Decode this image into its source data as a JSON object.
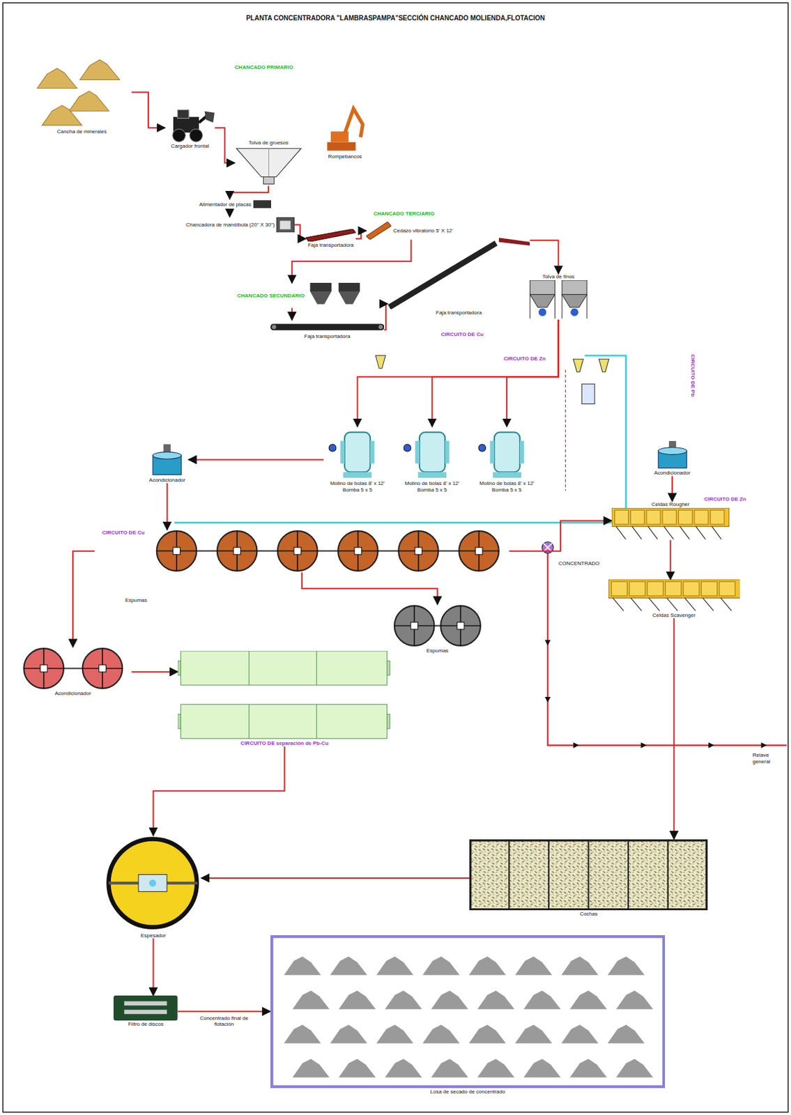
{
  "diagram": {
    "title": "PLANTA CONCENTRADORA \"LAMBRASPAMPA\"SECCIÓN CHANCADO MOLIENDA,FLOTACION",
    "nodes": [
      {
        "text": [
          "Cancha de minerales"
        ]
      },
      {
        "text": [
          "Cargador frontal"
        ]
      },
      {
        "text": [
          "Tolva de gruesos"
        ]
      },
      {
        "text": [
          "Rompebancos"
        ]
      },
      {
        "text": [
          "Alimentador de placas"
        ]
      },
      {
        "text": [
          "Chancadora de mandíbula (20\" X 30\")"
        ]
      },
      {
        "text": [
          "Faja transportadora"
        ]
      },
      {
        "text": [
          "Cedazo vibratorio 5' X 12'"
        ]
      },
      {
        "text": [
          "Faja transportadora"
        ]
      },
      {
        "text": [
          "Tolva de finos"
        ]
      },
      {
        "text": [
          "CHANCADO SECUNDARIO"
        ]
      },
      {
        "text": [
          "Faja transportadora"
        ]
      },
      {
        "text": [
          "Acondicionador"
        ]
      },
      {
        "text": [
          "Molino de bolas 8' x 12'",
          "Bomba 5 x 5"
        ]
      },
      {
        "text": [
          "Molino de bolas 8' x 12'",
          "Bomba 5 x 5"
        ]
      },
      {
        "text": [
          "Molino de bolas 8' x 12'",
          "Bomba 5 x 5"
        ]
      },
      {
        "text": [
          "Acondicionador"
        ]
      },
      {
        "text": [
          "CIRCUITO DE Cu"
        ]
      },
      {
        "text": [
          "Espumas"
        ]
      },
      {
        "text": [
          "Celdas Rougher"
        ]
      },
      {
        "text": [
          "Celdas Scavenger"
        ]
      },
      {
        "text": [
          "Acondicionador"
        ]
      },
      {
        "text": [
          "CIRCUITO DE separación de Pb-Cu"
        ]
      },
      {
        "text": [
          "Espesador"
        ]
      },
      {
        "text": [
          "Cochas"
        ]
      },
      {
        "text": [
          "Filtro de discos"
        ]
      },
      {
        "text": [
          "Losa de secado de concentrado"
        ]
      }
    ],
    "edges": [
      {
        "from": 0,
        "to": 1,
        "arrow": "to"
      },
      {
        "from": 1,
        "to": 2,
        "arrow": "to"
      },
      {
        "from": 2,
        "to": 4,
        "arrow": "to"
      },
      {
        "from": 4,
        "to": 5,
        "arrow": "to"
      },
      {
        "from": 5,
        "to": 6,
        "arrow": "to"
      },
      {
        "from": 6,
        "to": 7,
        "arrow": "to"
      },
      {
        "from": 7,
        "to": 10,
        "arrow": "to"
      },
      {
        "from": 10,
        "to": 11,
        "arrow": "to"
      },
      {
        "from": 11,
        "to": 8,
        "arrow": "to"
      },
      {
        "from": 8,
        "to": 9,
        "arrow": "to"
      },
      {
        "from": 9,
        "to": 13,
        "arrow": "to"
      },
      {
        "from": 9,
        "to": 14,
        "arrow": "to"
      },
      {
        "from": 9,
        "to": 15,
        "arrow": "to"
      },
      {
        "from": 13,
        "to": 12,
        "arrow": "to"
      },
      {
        "from": 12,
        "to": 17,
        "arrow": "to"
      },
      {
        "from": 17,
        "to": 18,
        "arrow": "to"
      },
      {
        "from": 17,
        "to": 21,
        "arrow": "to"
      },
      {
        "from": 21,
        "to": 22,
        "arrow": "to"
      },
      {
        "from": 22,
        "to": 23,
        "arrow": "to"
      },
      {
        "from": 17,
        "to": 19,
        "arrow": "to"
      },
      {
        "from": 16,
        "to": 19,
        "arrow": "to"
      },
      {
        "from": 19,
        "to": 20,
        "arrow": "to"
      },
      {
        "from": 20,
        "to": 24,
        "arrow": "to"
      },
      {
        "from": 24,
        "to": 23,
        "arrow": "to"
      },
      {
        "from": 23,
        "to": 25,
        "arrow": "to"
      },
      {
        "from": 25,
        "to": 26,
        "label": "Concentrado final de flotación",
        "arrow": "to"
      }
    ],
    "labels": [
      "CHANCADO PRIMARIO",
      "CHANCADO TERCIARIO",
      "CIRCUITO DE Cu",
      "CIRCUITO DE Zn",
      "CIRCUITO DE Pb",
      "CIRCUITO DE Zn",
      "CONCENTRADO",
      "Espumas",
      "Relave general"
    ]
  }
}
